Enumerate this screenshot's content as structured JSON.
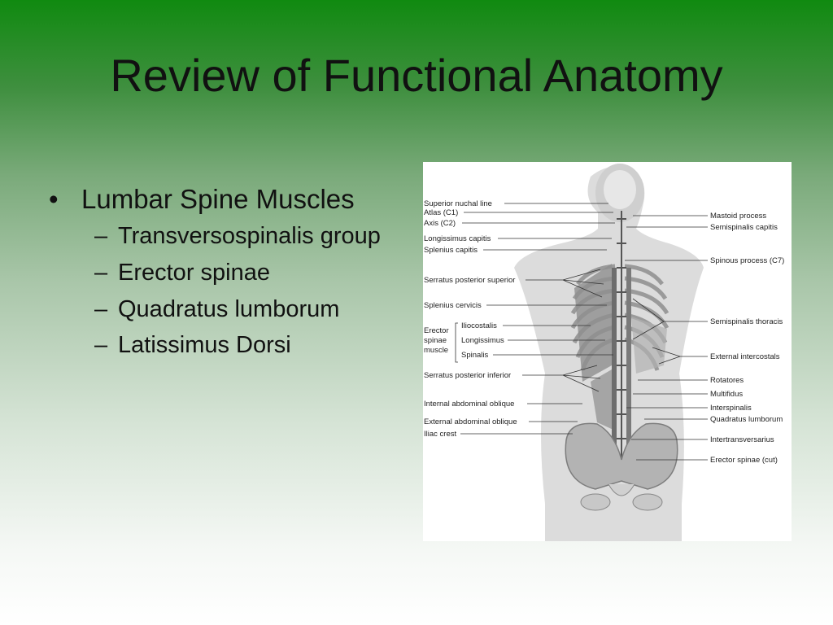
{
  "slide": {
    "title": "Review of Functional Anatomy",
    "bullet_mark": "•",
    "sub_mark": "–",
    "main_bullet": "Lumbar Spine Muscles",
    "sub_bullets": [
      "Transversospinalis group",
      "Erector spinae",
      "Quadratus lumborum",
      "Latissimus Dorsi"
    ]
  },
  "figure": {
    "left_labels": [
      "Superior nuchal line",
      "Atlas (C1)",
      "Axis (C2)",
      "Longissimus capitis",
      "Splenius capitis",
      "Serratus posterior superior",
      "Splenius cervicis",
      "Erector",
      "spinae",
      "muscle",
      "Iliocostalis",
      "Longissimus",
      "Spinalis",
      "Serratus posterior inferior",
      "Internal abdominal oblique",
      "External abdominal oblique",
      "Iliac crest"
    ],
    "right_labels": [
      "Mastoid process",
      "Semispinalis capitis",
      "Spinous process (C7)",
      "Semispinalis thoracis",
      "External intercostals",
      "Rotatores",
      "Multifidus",
      "Interspinalis",
      "Quadratus lumborum",
      "Intertransversarius",
      "Erector spinae (cut)"
    ]
  }
}
